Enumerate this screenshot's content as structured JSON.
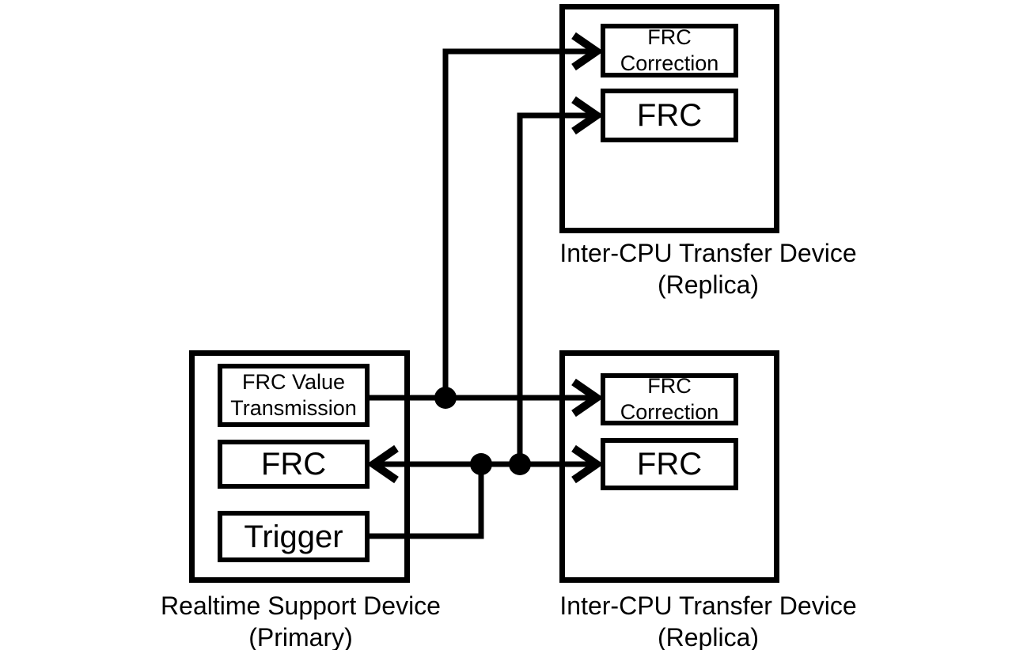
{
  "diagram": {
    "background_color": "#ffffff",
    "line_color": "#000000",
    "devices": {
      "replica_top": {
        "caption": [
          "Inter-CPU Transfer Device",
          "(Replica)"
        ],
        "modules": {
          "frc_correction": {
            "lines": [
              "FRC",
              "Correction"
            ]
          },
          "frc": {
            "lines": [
              "FRC"
            ]
          }
        }
      },
      "primary": {
        "caption": [
          "Realtime Support Device",
          "(Primary)"
        ],
        "modules": {
          "frc_value_transmission": {
            "lines": [
              "FRC Value",
              "Transmission"
            ]
          },
          "frc": {
            "lines": [
              "FRC"
            ]
          },
          "trigger": {
            "lines": [
              "Trigger"
            ]
          }
        }
      },
      "replica_bottom": {
        "caption": [
          "Inter-CPU Transfer Device",
          "(Replica)"
        ],
        "modules": {
          "frc_correction": {
            "lines": [
              "FRC",
              "Correction"
            ]
          },
          "frc": {
            "lines": [
              "FRC"
            ]
          }
        }
      }
    },
    "connections": [
      {
        "from": "primary.frc_value_transmission",
        "to": [
          "replica_bottom.frc_correction",
          "replica_top.frc_correction"
        ],
        "junctions": 1
      },
      {
        "from": "primary.trigger",
        "to": [
          "primary.frc",
          "replica_bottom.frc",
          "replica_top.frc"
        ],
        "junctions": 2
      }
    ]
  }
}
